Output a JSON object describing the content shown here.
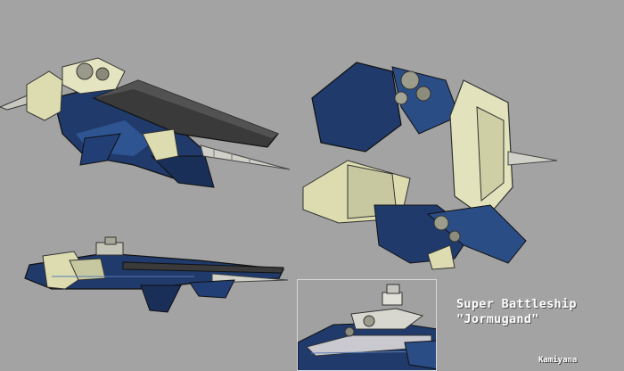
{
  "caption": {
    "line1": "Super Battleship",
    "line2": "\"Jormugand\""
  },
  "signature": "Kamiyana",
  "colors": {
    "background": "#a3a3a3",
    "hull_blue": "#1f3a6b",
    "armor_cream": "#dcdcb0",
    "deck_gray": "#3a3a3a"
  }
}
